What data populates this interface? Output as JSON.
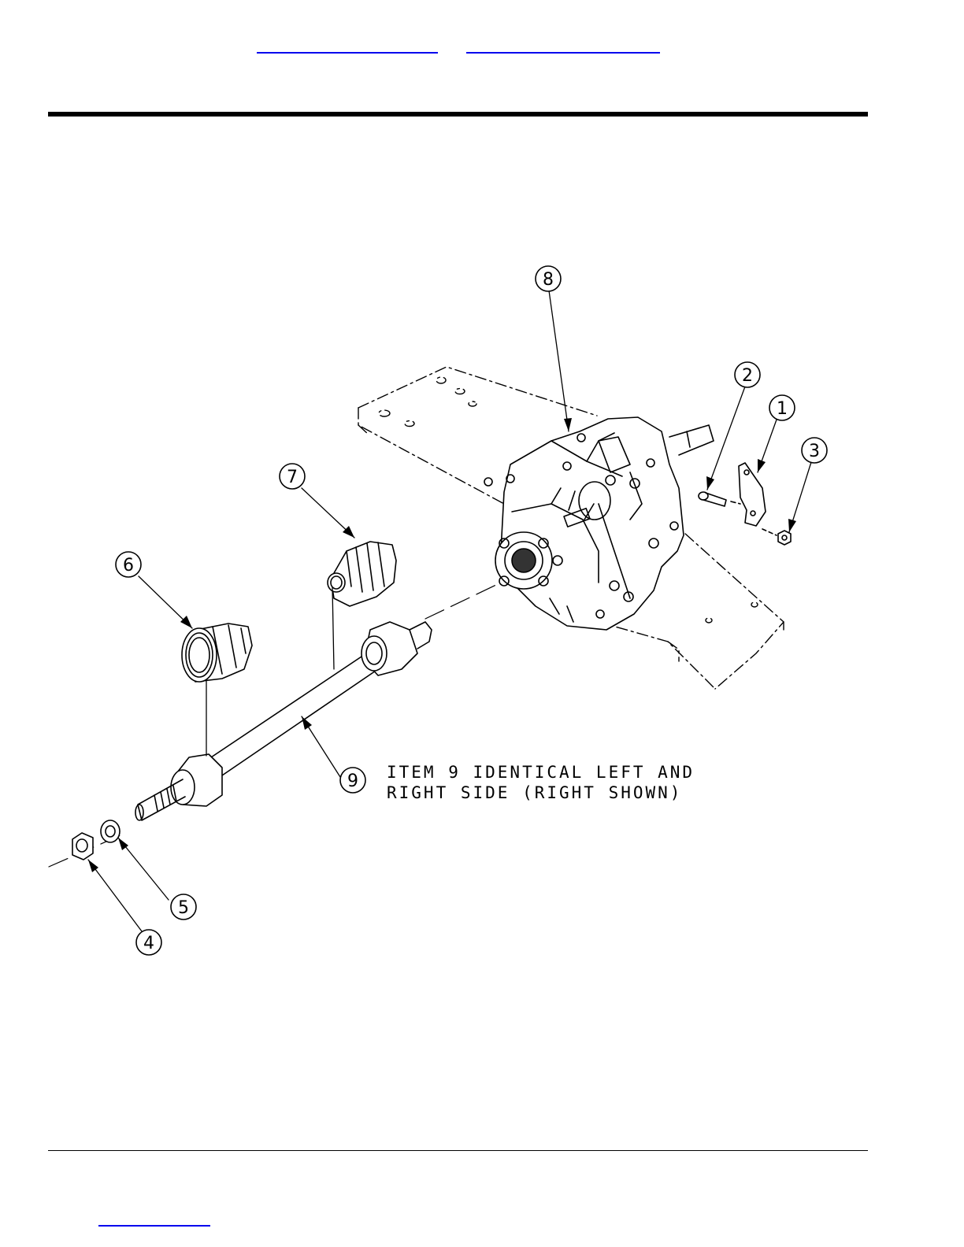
{
  "header": {
    "nav_links": [
      {
        "label": ""
      },
      {
        "label": ""
      }
    ]
  },
  "figure": {
    "callouts": [
      "1",
      "2",
      "3",
      "4",
      "5",
      "6",
      "7",
      "8",
      "9"
    ],
    "note_lines": [
      "ITEM 9 IDENTICAL LEFT AND",
      "RIGHT SIDE (RIGHT SHOWN)"
    ]
  },
  "footer": {
    "link": {
      "label": ""
    }
  },
  "colors": {
    "link": "#0000ee",
    "ink": "#000000"
  }
}
